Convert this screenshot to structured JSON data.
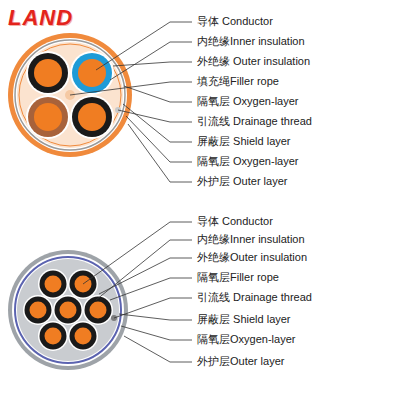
{
  "diagram": {
    "labels": [
      "LAND",
      "导体 Conductor",
      "内绝缘Inner insulation",
      "外绝缘 Outer insulation",
      "填充绳Filler rope",
      "隔氧层 Oxygen-layer",
      "引流线 Drainage thread",
      "屏蔽层 Shield layer",
      "隔氧层 Oxygen-layer",
      "外护层 Outer layer",
      "导体 Conductor",
      "内绝缘Inner insulation",
      "外绝缘Outer insulation",
      "隔氧层Filler rope",
      "引流线 Drainage thread",
      "屏蔽层 Shield layer",
      "隔氧层Oxygen-layer",
      "外护层Outer layer"
    ]
  }
}
